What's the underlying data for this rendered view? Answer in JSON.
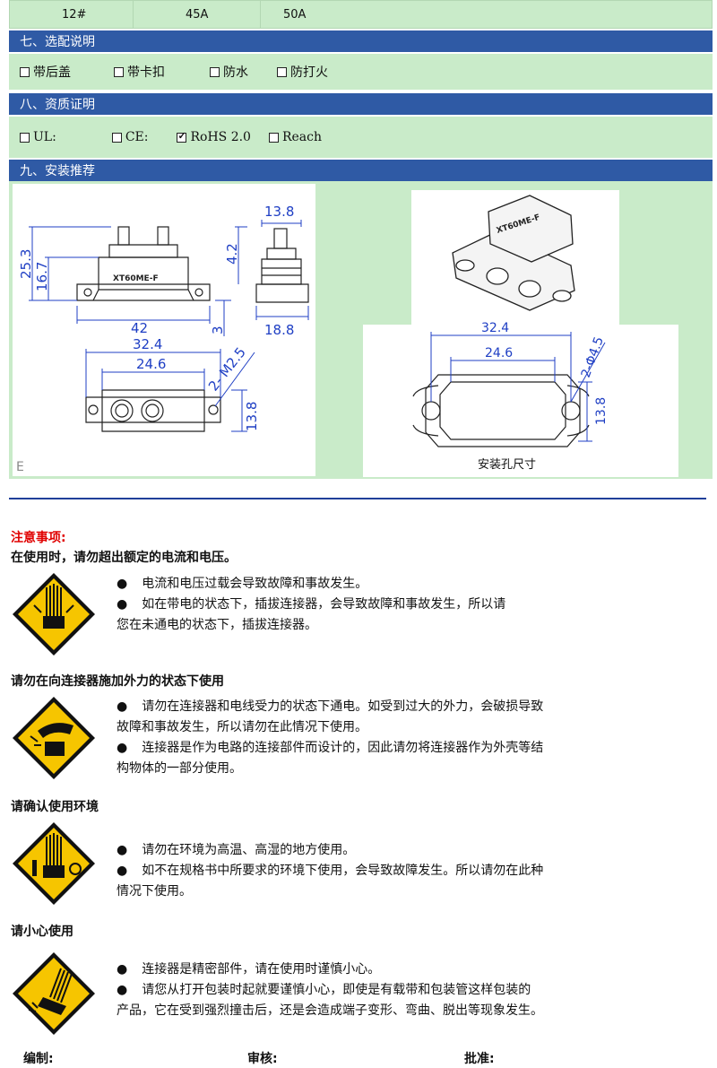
{
  "spec_row": {
    "cells": [
      "12#",
      "45A",
      "50A"
    ]
  },
  "section7": {
    "title": "七、选配说明",
    "options": [
      "带后盖",
      "带卡扣",
      "防水",
      "防打火"
    ]
  },
  "section8": {
    "title": "八、资质证明",
    "options": [
      {
        "label": "UL:",
        "checked": false
      },
      {
        "label": "CE:",
        "checked": false
      },
      {
        "label": "RoHS 2.0",
        "checked": true
      },
      {
        "label": "Reach",
        "checked": false
      }
    ]
  },
  "section9": {
    "title": "九、安装推荐"
  },
  "drawing_left": {
    "dims": {
      "d_13_8_top": "13.8",
      "d_25_3": "25.3",
      "d_16_7": "16.7",
      "d_4_2": "4.2",
      "d_42": "42",
      "d_3": "3",
      "d_18_8": "18.8",
      "d_32_4": "32.4",
      "d_24_6": "24.6",
      "d_m25": "2- M2.5",
      "d_13_8_side": "13.8"
    },
    "marking": "XT60ME-F",
    "corner_letter": "E"
  },
  "drawing_right": {
    "marking": "XT60ME-F",
    "dims": {
      "d_32_4": "32.4",
      "d_24_6": "24.6",
      "d_hole": "2-Φ4.5",
      "d_13_8": "13.8"
    },
    "caption": "安装孔尺寸"
  },
  "notes": {
    "title": "注意事项:",
    "intro": "在使用时，请勿超出额定的电流和电压。",
    "block1": [
      "电流和电压过载会导致故障和事故发生。",
      "如在带电的状态下，插拔连接器，会导致故障和事故发生，所以请",
      "您在未通电的状态下，插拔连接器。"
    ],
    "head2": "请勿在向连接器施加外力的状态下使用",
    "block2": [
      "请勿在连接器和电线受力的状态下通电。如受到过大的外力，会破损导致",
      "故障和事故发生，所以请勿在此情况下使用。",
      "连接器是作为电路的连接部件而设计的，因此请勿将连接器作为外壳等结",
      "构物体的一部分使用。"
    ],
    "head3": "请确认使用环境",
    "block3": [
      "请勿在环境为高温、高湿的地方使用。",
      "如不在规格书中所要求的环境下使用，会导致故障发生。所以请勿在此种",
      "情况下使用。"
    ],
    "head4": "请小心使用",
    "block4": [
      "连接器是精密部件，请在使用时谨慎小心。",
      "请您从打开包装时起就要谨慎小心，即使是有载带和包装管这样包装的",
      "产品，它在受到强烈撞击后，还是会造成端子变形、弯曲、脱出等现象发生。"
    ]
  },
  "footer": {
    "editor": "编制:",
    "review": "审核:",
    "approve": "批准:"
  }
}
